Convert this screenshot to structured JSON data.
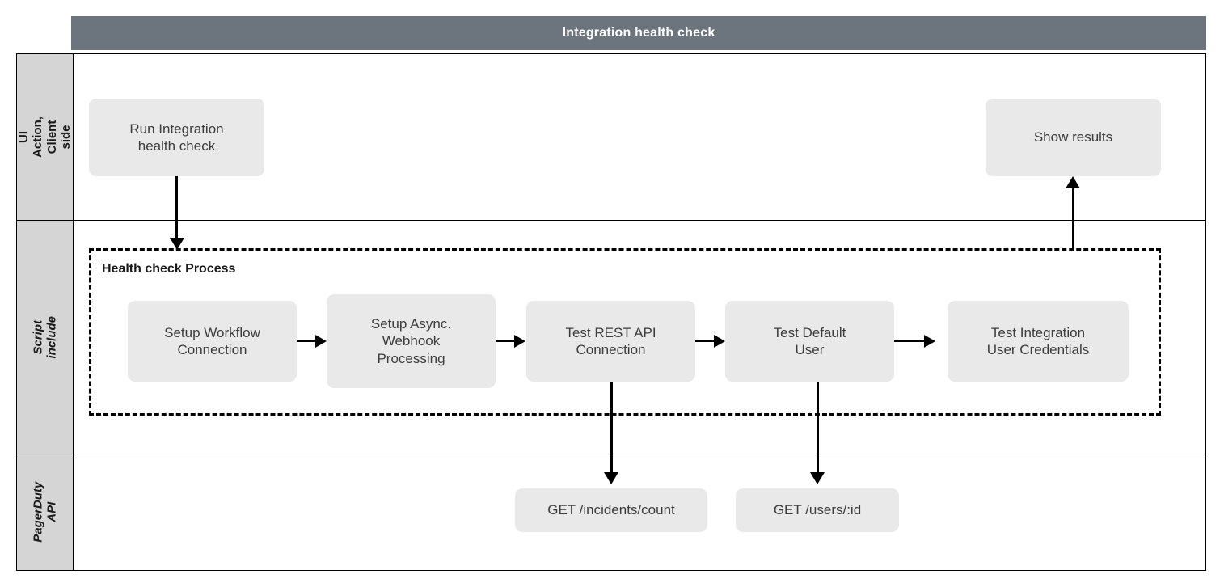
{
  "diagram": {
    "title": "Integration health check",
    "title_bar_color": "#6c757d",
    "node_fill": "#e9e9e9",
    "lane_header_fill": "#d5d5d5",
    "lanes": [
      {
        "id": "ui-action-client-side",
        "label": "UI Action, Client\nside",
        "italic": false
      },
      {
        "id": "script-include",
        "label": "Script include",
        "italic": true
      },
      {
        "id": "pagerduty-api",
        "label": "PagerDuty\nAPI",
        "italic": true
      }
    ],
    "group": {
      "id": "health-check-process",
      "label": "Health check Process",
      "style": "dashed"
    },
    "nodes": [
      {
        "id": "run-integration-health-check",
        "label": "Run Integration\nhealth check",
        "lane": "ui-action-client-side"
      },
      {
        "id": "show-results",
        "label": "Show results",
        "lane": "ui-action-client-side"
      },
      {
        "id": "setup-workflow-connection",
        "label": "Setup Workflow\nConnection",
        "lane": "script-include"
      },
      {
        "id": "setup-async-webhook-processing",
        "label": "Setup Async.\nWebhook\nProcessing",
        "lane": "script-include"
      },
      {
        "id": "test-rest-api-connection",
        "label": "Test REST API\nConnection",
        "lane": "script-include"
      },
      {
        "id": "test-default-user",
        "label": "Test Default\nUser",
        "lane": "script-include"
      },
      {
        "id": "test-integration-user-credentials",
        "label": "Test Integration\nUser Credentials",
        "lane": "script-include"
      },
      {
        "id": "get-incidents-count",
        "label": "GET /incidents/count",
        "lane": "pagerduty-api"
      },
      {
        "id": "get-users-id",
        "label": "GET /users/:id",
        "lane": "pagerduty-api"
      }
    ],
    "edges": [
      {
        "from": "run-integration-health-check",
        "to": "health-check-process",
        "direction": "down"
      },
      {
        "from": "setup-workflow-connection",
        "to": "setup-async-webhook-processing",
        "direction": "right"
      },
      {
        "from": "setup-async-webhook-processing",
        "to": "test-rest-api-connection",
        "direction": "right"
      },
      {
        "from": "test-rest-api-connection",
        "to": "test-default-user",
        "direction": "right"
      },
      {
        "from": "test-default-user",
        "to": "test-integration-user-credentials",
        "direction": "right"
      },
      {
        "from": "test-rest-api-connection",
        "to": "get-incidents-count",
        "direction": "down"
      },
      {
        "from": "test-default-user",
        "to": "get-users-id",
        "direction": "down"
      },
      {
        "from": "health-check-process",
        "to": "show-results",
        "direction": "up"
      }
    ]
  }
}
